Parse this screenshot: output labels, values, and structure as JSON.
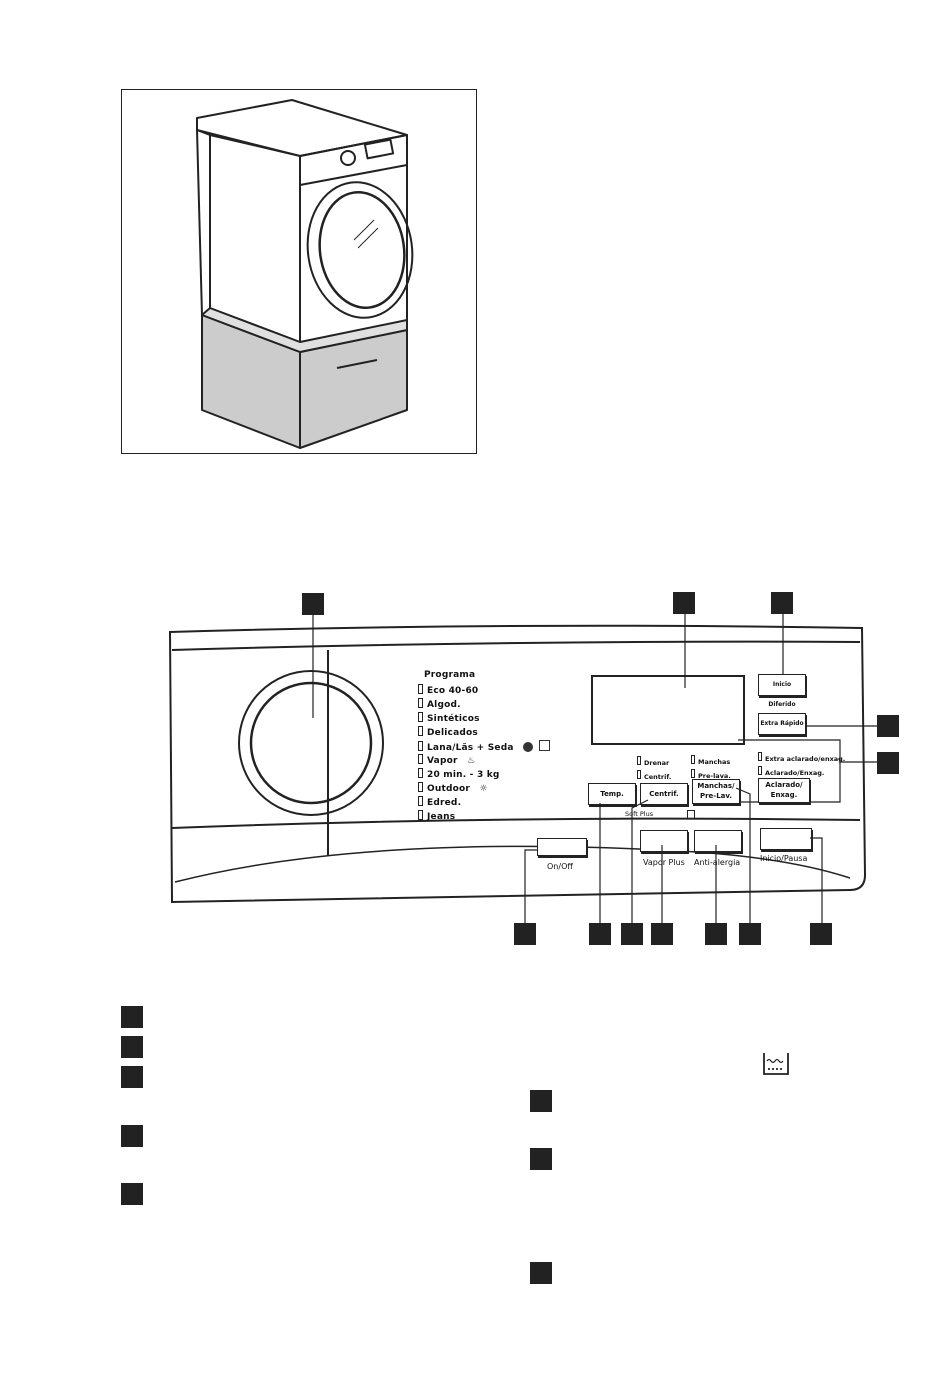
{
  "panel": {
    "program_heading": "Programa",
    "programs": [
      "Eco 40-60",
      "Algod.",
      "Sintéticos",
      "Delicados",
      "Lana/Lãs + Seda",
      "Vapor",
      "20 min. - 3 kg",
      "Outdoor",
      "Edred.",
      "Jeans"
    ],
    "indicators": {
      "drenar": "Drenar",
      "centrif": "Centrif.",
      "manchas": "Manchas",
      "prelava": "Pre-lava.",
      "extra_aclarado": "Extra aclarado/enxag.",
      "aclarado": "Aclarado/Enxag."
    },
    "buttons": {
      "temp": "Temp.",
      "centrif": "Centrif.",
      "manchas_line1": "Manchas/",
      "manchas_line2": "Pre-Lav.",
      "aclarado_line1": "Aclarado/",
      "aclarado_line2": "Enxag.",
      "inicio_diferido": "Inicio Diferido",
      "extra_rapido": "Extra Rápido",
      "on_off": "On/Off",
      "vapor_plus": "Vapor Plus",
      "anti_alergia": "Anti-alergia",
      "inicio_pausa": "Inicio/Pausa"
    },
    "soft_plus_label": "Soft Plus"
  },
  "icons": [
    "wool-icon",
    "handwash-icon",
    "steam-icon",
    "outdoor-icon",
    "child-lock-icon",
    "water-tub-icon"
  ]
}
